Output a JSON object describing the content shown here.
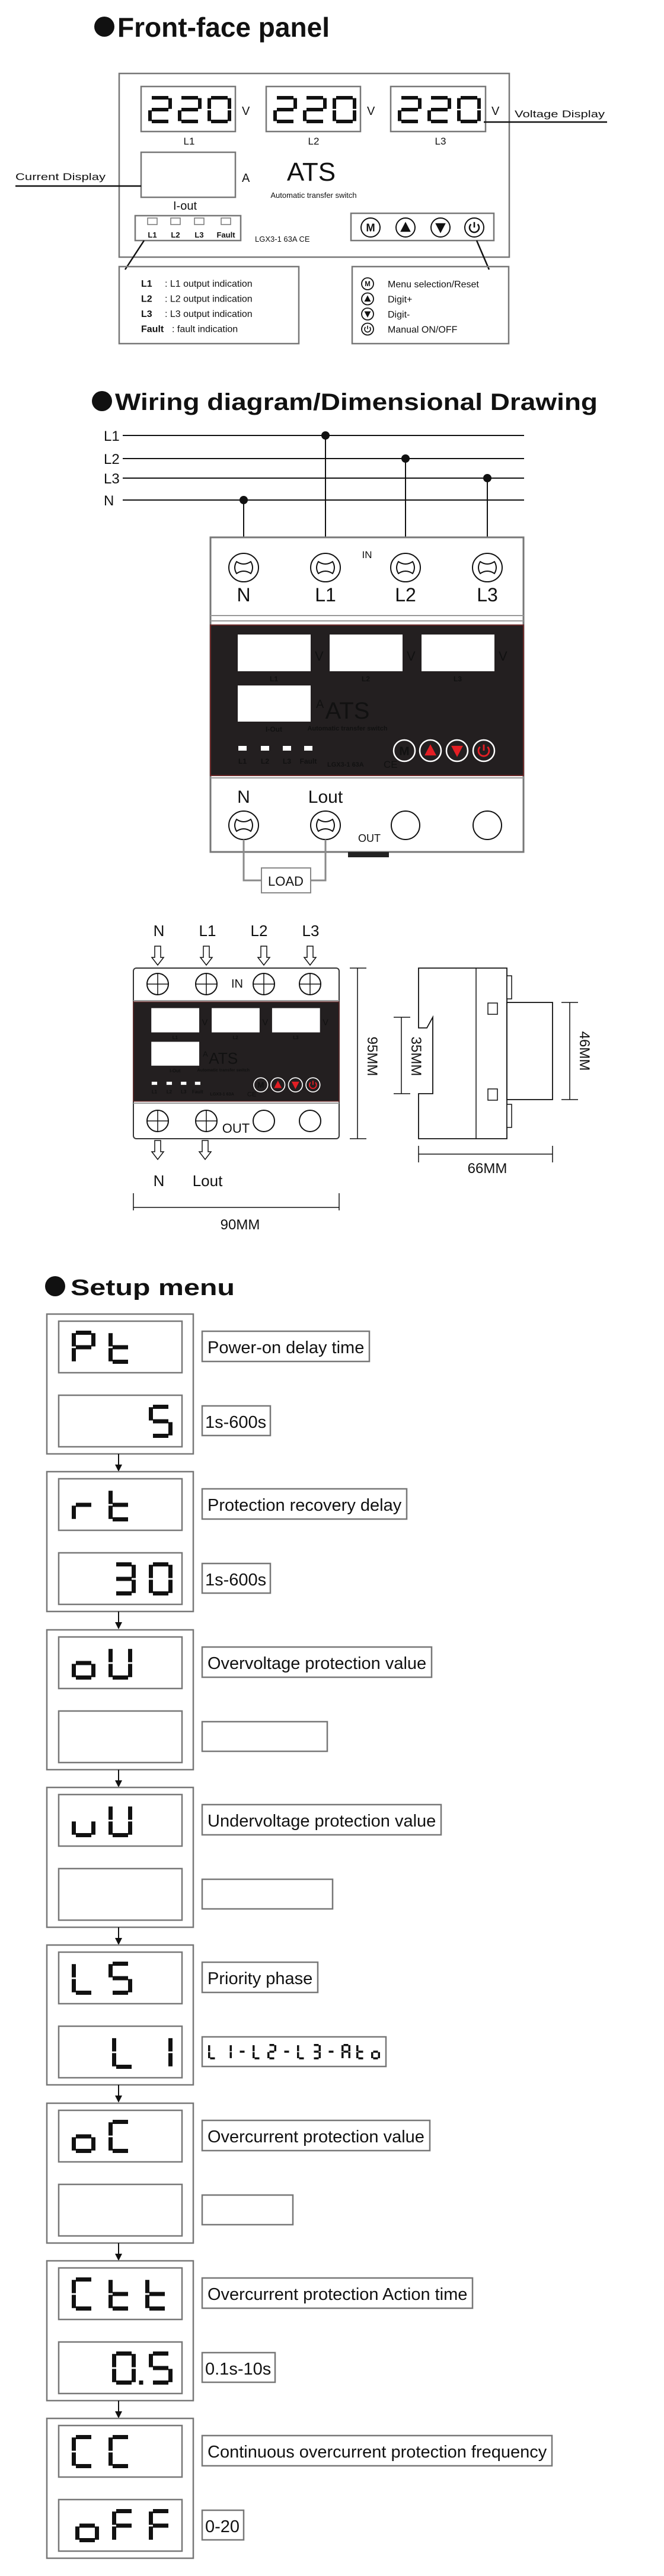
{
  "front_panel": {
    "title": "Front-face panel",
    "voltage_displays": [
      {
        "reading": "220",
        "unit": "V",
        "phase": "L1"
      },
      {
        "reading": "220",
        "unit": "V",
        "phase": "L2"
      },
      {
        "reading": "220",
        "unit": "V",
        "phase": "L3"
      }
    ],
    "voltage_callout": "Voltage Display",
    "current_callout": "Current Display",
    "current_unit": "A",
    "current_label": "I-out",
    "brand": "ATS",
    "subtitle": "Automatic transfer switch",
    "model": "LGX3-1 63A  CE",
    "leds": [
      "L1",
      "L2",
      "L3",
      "Fault"
    ],
    "menu_symbol": "M",
    "buttons": [
      "menu-m-icon",
      "up-triangle-icon",
      "down-triangle-icon",
      "power-icon"
    ],
    "led_legend": [
      {
        "key": "L1",
        "text": ": L1 output indication"
      },
      {
        "key": "L2",
        "text": ": L2 output indication"
      },
      {
        "key": "L3",
        "text": ": L3 output indication"
      },
      {
        "key": "Fault",
        "text": ": fault indication"
      }
    ],
    "button_legend": [
      {
        "icon": "menu-m-icon",
        "text": "Menu selection/Reset"
      },
      {
        "icon": "up-triangle-icon",
        "text": "Digit+"
      },
      {
        "icon": "down-triangle-icon",
        "text": "Digit-"
      },
      {
        "icon": "power-icon",
        "text": "Manual ON/OFF"
      }
    ]
  },
  "wiring": {
    "title": "Wiring diagram/Dimensional Drawing",
    "bus_lines": [
      "L1",
      "L2",
      "L3",
      "N"
    ],
    "input_terminals": [
      "N",
      "L1",
      "L2",
      "L3"
    ],
    "in_label": "IN",
    "output_terminals": [
      "N",
      "Lout"
    ],
    "out_label": "OUT",
    "load_label": "LOAD"
  },
  "device_panel": {
    "unit_v": "V",
    "unit_a": "A",
    "phases": [
      "L1",
      "L2",
      "L3"
    ],
    "current_label": "I-Out",
    "brand": "ATS",
    "subtitle": "Automatic transfer switch",
    "leds": [
      "L1",
      "L2",
      "L3",
      "Fault"
    ],
    "model": "LGX3-1 63A",
    "ce_mark": "CE",
    "menu_symbol": "M"
  },
  "dimensions": {
    "input_labels": [
      "N",
      "L1",
      "L2",
      "L3"
    ],
    "in_label": "IN",
    "out_label": "OUT",
    "output_labels": [
      "N",
      "Lout"
    ],
    "width": "90MM",
    "height": "95MM",
    "depth": "66MM",
    "rail": "35MM",
    "front_height": "46MM"
  },
  "setup": {
    "title": "Setup menu",
    "steps": [
      {
        "code": "Pt",
        "description": "Power-on delay time",
        "value": "5",
        "range": "1s-600s"
      },
      {
        "code": "rt",
        "description": "Protection recovery delay",
        "value": "30",
        "range": "1s-600s"
      },
      {
        "code": "oU",
        "description": "Overvoltage protection value",
        "value": "",
        "range": ""
      },
      {
        "code": "uU",
        "description": "Undervoltage protection value",
        "value": "",
        "range": ""
      },
      {
        "code": "LS",
        "description": "Priority phase",
        "value": "L1",
        "range": "L1-L2-L3-Ato"
      },
      {
        "code": "oC",
        "description": "Overcurrent protection value",
        "value": "",
        "range": ""
      },
      {
        "code": "Ctt",
        "description": "Overcurrent protection Action time",
        "value": "0.5",
        "range": "0.1s-10s"
      },
      {
        "code": "CC",
        "description": "Continuous overcurrent protection frequency",
        "value": "oFF",
        "range": "0-20"
      }
    ]
  },
  "colors": {
    "panel": "#231f20",
    "button_red": "#e31e24",
    "outline": "#777777",
    "load_wire": "#8a8a8a"
  }
}
